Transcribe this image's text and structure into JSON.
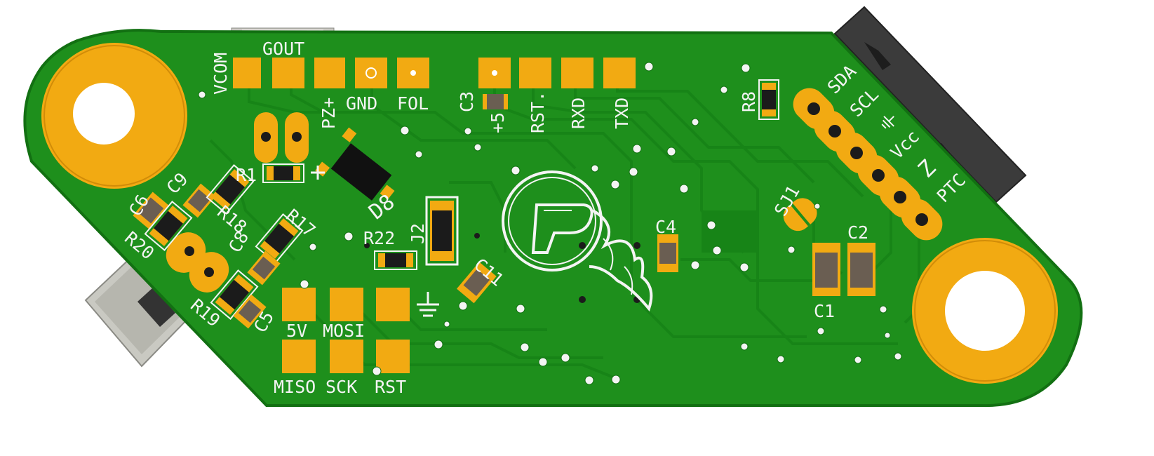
{
  "board": {
    "colors": {
      "background": "#ffffff",
      "substrate": "#1e8f1c",
      "substrate_edge": "#127012",
      "trace": "#178417",
      "pad_gold": "#f2aa12",
      "pad_gold_dark": "#d18c08",
      "silkscreen": "#f4f4f4",
      "component_body": "#6a5e52",
      "component_dark": "#1b1b1b",
      "connector_body": "#3b3b3b",
      "connector_metal": "#c9c9c2",
      "via": "#f4f4f4"
    },
    "pin_labels": {
      "vcom": "VCOM",
      "gout": "GOUT",
      "pz_plus": "PZ+",
      "gnd": "GND",
      "fol": "FOL",
      "plus5": "+5",
      "rst_dot": "RST.",
      "rxd": "RXD",
      "txd": "TXD",
      "sda": "SDA",
      "scl": "SCL",
      "vcc": "Vcc",
      "z": "Z",
      "ptc": "PTC",
      "v5": "5V",
      "mosi": "MOSI",
      "miso": "MISO",
      "sck": "SCK",
      "rst": "RST"
    },
    "component_labels": {
      "r1": "R1",
      "r8": "R8",
      "r17": "R17",
      "r18": "R18",
      "r19": "R19",
      "r20": "R20",
      "r22": "R22",
      "c1": "C1",
      "c2": "C2",
      "c3": "C3",
      "c4": "C4",
      "c5": "C5",
      "c6": "C6",
      "c8": "C8",
      "c9": "C9",
      "c11": "C11",
      "d8": "D8",
      "j2": "J2",
      "sj1": "SJ1"
    },
    "icons": {
      "logo": "flame-p-logo-icon",
      "ground": "ground-symbol-icon"
    }
  }
}
